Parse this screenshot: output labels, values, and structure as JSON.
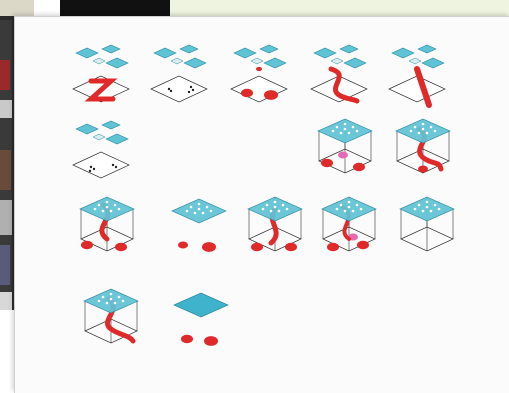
{
  "colors": {
    "background_photo": "#2b2b2b",
    "top_band": "#eef4df",
    "card": "#fbfbfb",
    "plane_fill": "#5fc3d6",
    "plane_stroke": "#2c8aa0",
    "route_red": "#e02a2a",
    "wire": "#333333"
  },
  "diagram": {
    "rows": [
      {
        "cells": [
          {
            "variant": "split-plane-z-route"
          },
          {
            "variant": "split-plane-dots"
          },
          {
            "variant": "split-plane-circles"
          },
          {
            "variant": "split-plane-s-route"
          },
          {
            "variant": "split-plane-straight-route"
          }
        ]
      },
      {
        "cells": [
          {
            "variant": "split-plane-dots-offset"
          },
          {
            "variant": "empty"
          },
          {
            "variant": "empty"
          },
          {
            "variant": "box-circles-pink"
          },
          {
            "variant": "box-s-route"
          }
        ]
      },
      {
        "cells": [
          {
            "variant": "box-s-route-circles"
          },
          {
            "variant": "plane-dots-circles"
          },
          {
            "variant": "box-circles-wide"
          },
          {
            "variant": "box-circles-pink-route"
          },
          {
            "variant": "box-plain"
          }
        ]
      },
      {
        "cells": [
          {
            "variant": "box-s-route-bottom"
          },
          {
            "variant": "solid-plane-circles"
          }
        ]
      }
    ]
  }
}
